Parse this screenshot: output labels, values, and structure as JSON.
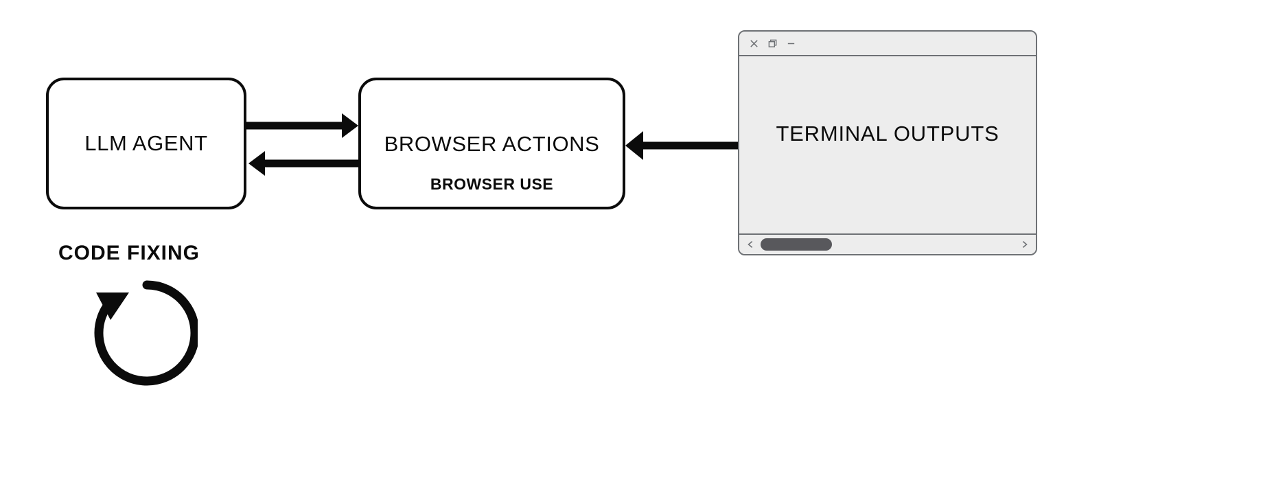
{
  "diagram": {
    "nodes": {
      "llm_agent": {
        "title": "LLM AGENT"
      },
      "browser_actions": {
        "title": "BROWSER ACTIONS",
        "subtitle": "BROWSER USE"
      },
      "terminal": {
        "title": "TERMINAL OUTPUTS"
      }
    },
    "loop": {
      "label": "CODE FIXING",
      "icon": "circular-refresh-arrow"
    },
    "edges": [
      {
        "from": "llm_agent",
        "to": "browser_actions",
        "direction": "right"
      },
      {
        "from": "browser_actions",
        "to": "llm_agent",
        "direction": "left"
      },
      {
        "from": "terminal",
        "to": "browser_actions",
        "direction": "left"
      }
    ]
  },
  "terminal_window": {
    "controls": {
      "close": "✕",
      "restore": "❐",
      "minimize": "—"
    },
    "scrollbar": {
      "left_arrow": "‹",
      "right_arrow": "›",
      "thumb_position": "left"
    }
  },
  "colors": {
    "stroke": "#0b0b0b",
    "page_background": "#ffffff",
    "node_fill": "#ffffff",
    "terminal_chrome": "#ededed",
    "terminal_border": "#6e7175",
    "scroll_thumb": "#58585c"
  }
}
